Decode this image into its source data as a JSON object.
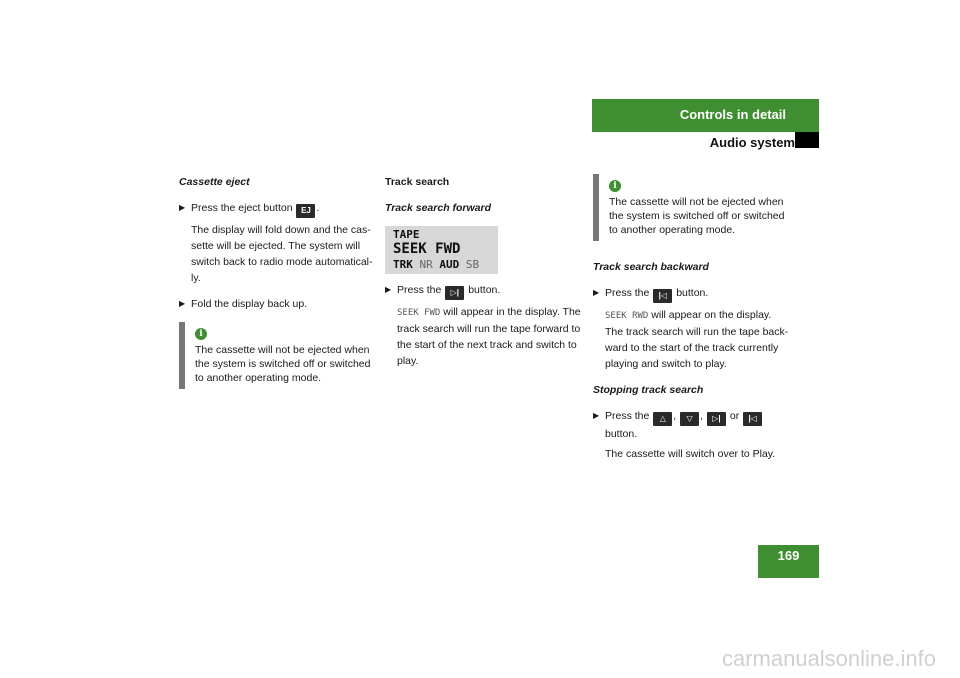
{
  "header": {
    "title": "Controls in detail",
    "subtitle": "Audio system"
  },
  "page_number": "169",
  "col1": {
    "heading": "Cassette eject",
    "bullet1_pre": "Press the eject button",
    "bullet1_post": ".",
    "eject_key": "EJ",
    "para1": "The display will fold down and the cas-sette will be ejected. The system will switch back to radio mode automatical-ly.",
    "bullet2": "Fold the display back up.",
    "info_text": "The cassette will not be ejected when the system is switched off or switched to another operating mode."
  },
  "col2": {
    "heading": "Track search",
    "subheading": "Track search forward",
    "lcd_line1": "TAPE",
    "lcd_line2": "SEEK FWD",
    "lcd_line3a": "TRK",
    "lcd_line3b": "NR",
    "lcd_line3c": "AUD",
    "lcd_line3d": "SB",
    "bullet_pre": "Press the",
    "bullet_post": "button.",
    "mono": "SEEK FWD",
    "para_post": "will appear in the display. The track search will run the tape forward to the start of the next track and switch to play."
  },
  "col3": {
    "info_text": "The cassette will not be ejected when the system is switched off or switched to another operating mode.",
    "back_heading": "Track search backward",
    "back_bullet_pre": "Press the",
    "back_bullet_post": "button.",
    "back_mono": "SEEK RWD",
    "back_para": "will appear on the display. The track search will run the tape back-ward to the start of the track currently playing and switch to play.",
    "stop_heading": "Stopping track search",
    "stop_bullet_pre": "Press the",
    "stop_sep1": ",",
    "stop_sep2": ",",
    "stop_or": "or",
    "stop_bullet_post": "button.",
    "stop_para": "The cassette will switch over to Play."
  },
  "icons": {
    "eject": "eject-key-icon",
    "forward": "forward-key-icon",
    "backward": "backward-key-icon",
    "up": "up-key-icon",
    "down": "down-key-icon",
    "info": "info-icon",
    "bullet": "bullet-arrow-icon"
  },
  "watermark": "carmanualsonline.info",
  "colors": {
    "accent_green": "#3f8f32",
    "lcd_bg": "#d7d7d7"
  }
}
